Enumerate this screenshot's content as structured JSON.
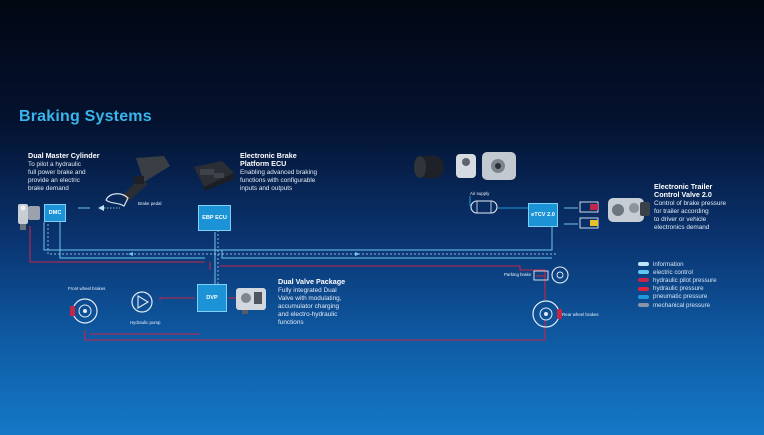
{
  "page": {
    "title": "Braking Systems"
  },
  "components": {
    "dmc": {
      "heading": "Dual Master Cylinder",
      "desc": [
        "To pilot a hydraulic",
        "full power brake and",
        "provide an electric",
        "brake demand"
      ],
      "box": "DMC"
    },
    "ebp": {
      "heading": [
        "Electronic Brake",
        "Platform ECU"
      ],
      "desc": [
        "Enabling advanced braking",
        "functions with configurable",
        "inputs and outputs"
      ],
      "box": "EBP ECU"
    },
    "dvp": {
      "heading": "Dual Valve Package",
      "desc": [
        "Fully integrated Dual",
        "Valve with modulating,",
        "accumulator charging",
        "and electro-hydraulic",
        "functions"
      ],
      "box": "DVP"
    },
    "etcv": {
      "heading": [
        "Electronic Trailer",
        "Control Valve 2.0"
      ],
      "desc": [
        "Control of brake pressure",
        "for trailer according",
        "to driver or vehicle",
        "electronics demand"
      ],
      "box": "eTCV 2.0"
    }
  },
  "small_labels": {
    "brake_pedal": "Brake pedal",
    "front_wheel_brakes": "Front wheel brakes",
    "hydraulic_pump": "Hydraulic pump",
    "air_supply": "Air supply",
    "parking_brake": "Parking brake",
    "rear_wheel_brakes": "Rear wheel brakes"
  },
  "legend": [
    {
      "label": "information",
      "color": "#bfe3f7"
    },
    {
      "label": "electric control",
      "color": "#5ec8f2"
    },
    {
      "label": "hydraulic pilot pressure",
      "color": "#c4264a"
    },
    {
      "label": "hydraulic pressure",
      "color": "#e0233c"
    },
    {
      "label": "pneumatic pressure",
      "color": "#1f9ad9"
    },
    {
      "label": "mechanical pressure",
      "color": "#8a94a4"
    }
  ],
  "colors": {
    "title": "#38b6ec",
    "box_fill": "#1b93d6",
    "hydraulic": "#c4264a",
    "electric": "#5ec8f2",
    "information": "#bfe3f7"
  },
  "icons": [
    "dual-master-cylinder-icon",
    "brake-pedal-icon",
    "ecu-icon",
    "compressor-icon",
    "trailer-valve-icon",
    "brake-disc-icon",
    "pump-icon",
    "dual-valve-package-icon",
    "tank-icon",
    "chamber-icon"
  ]
}
